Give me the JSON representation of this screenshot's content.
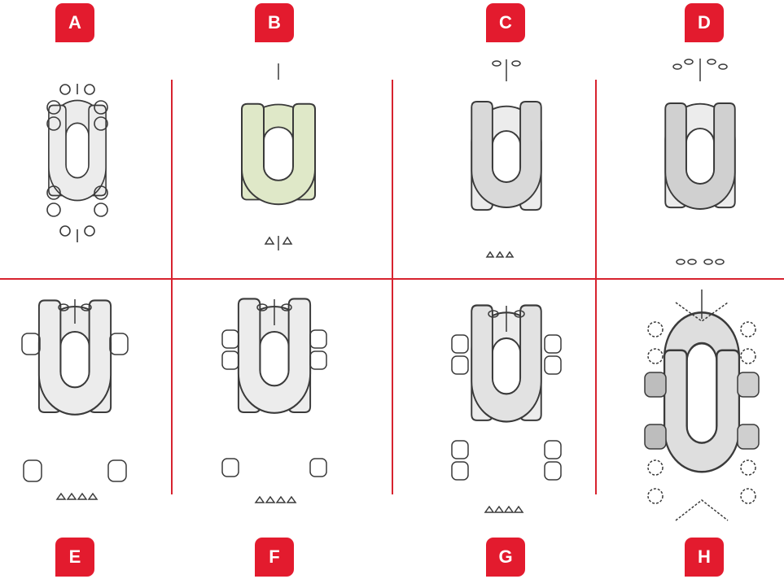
{
  "labels": {
    "a": "A",
    "b": "B",
    "c": "C",
    "d": "D",
    "e": "E",
    "f": "F",
    "g": "G",
    "h": "H"
  },
  "colors": {
    "accent": "#e31b2e",
    "divider": "#d7232f",
    "stroke": "#3a3a3a",
    "fill_light": "#ececec",
    "fill_mid": "#d9d9d9",
    "fill_dark": "#bdbdbd",
    "fill_green": "#dfe8c8"
  }
}
